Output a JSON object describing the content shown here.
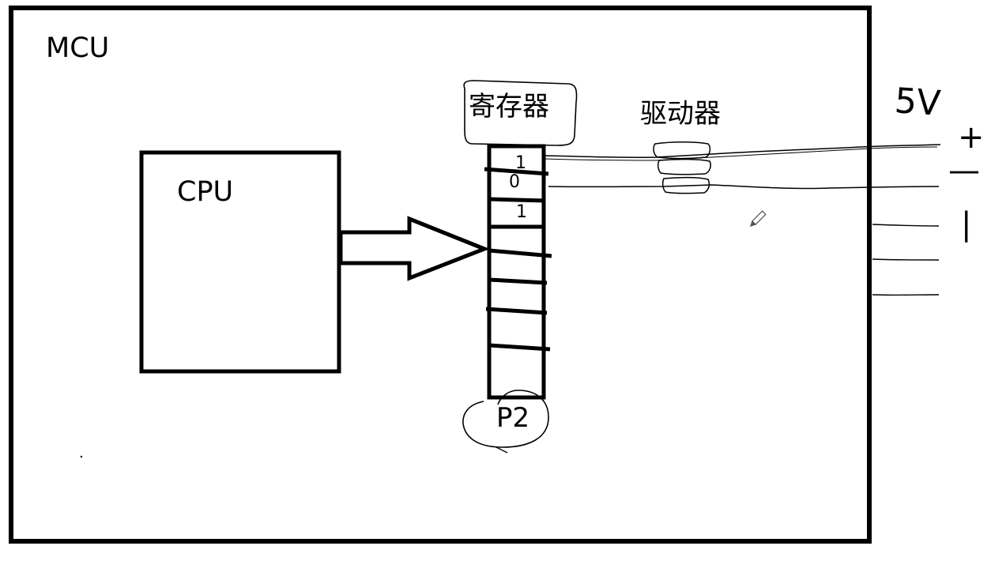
{
  "diagram": {
    "mcu_label": "MCU",
    "cpu_label": "CPU",
    "register_label": "寄存器",
    "driver_label": "驱动器",
    "port_label": "P2",
    "register_bits": [
      "1",
      "0",
      "1"
    ],
    "supply_label": "5V",
    "external_marks": [
      "+",
      "—",
      "|"
    ],
    "pencil_icon": "pencil-icon",
    "colors": {
      "ink": "#000000",
      "background": "#ffffff"
    }
  }
}
